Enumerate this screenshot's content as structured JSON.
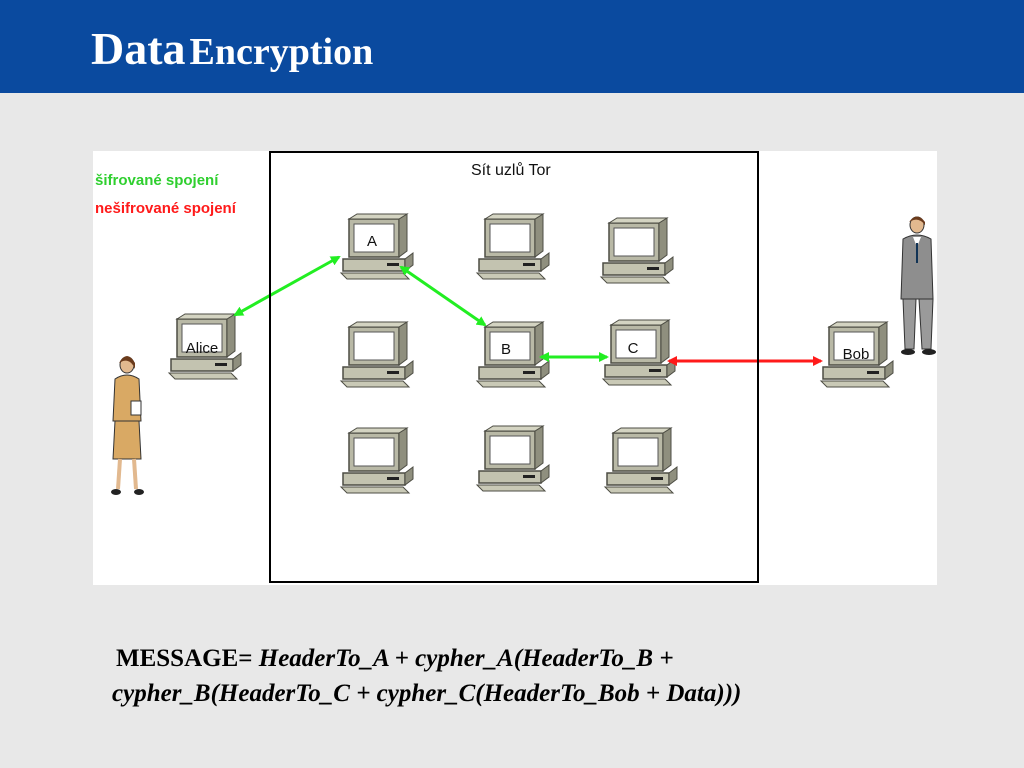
{
  "header": {
    "title_part1": "Data",
    "title_part2": "Encryption",
    "background": "#0a4a9f"
  },
  "diagram": {
    "legend": {
      "encrypted": "šifrované spojení",
      "unencrypted": "nešifrované spojení",
      "encrypted_color": "#2fcf2f",
      "unencrypted_color": "#ff1a1a"
    },
    "network_title": "Sít uzlů Tor",
    "nodes": {
      "alice": "Alice",
      "bob": "Bob",
      "a": "A",
      "b": "B",
      "c": "C"
    }
  },
  "message": {
    "label": "MESSAGE=",
    "line1": "HeaderTo_A + cypher_A(HeaderTo_B +",
    "line2": "cypher_B(HeaderTo_C + cypher_C(HeaderTo_Bob + Data)))"
  }
}
